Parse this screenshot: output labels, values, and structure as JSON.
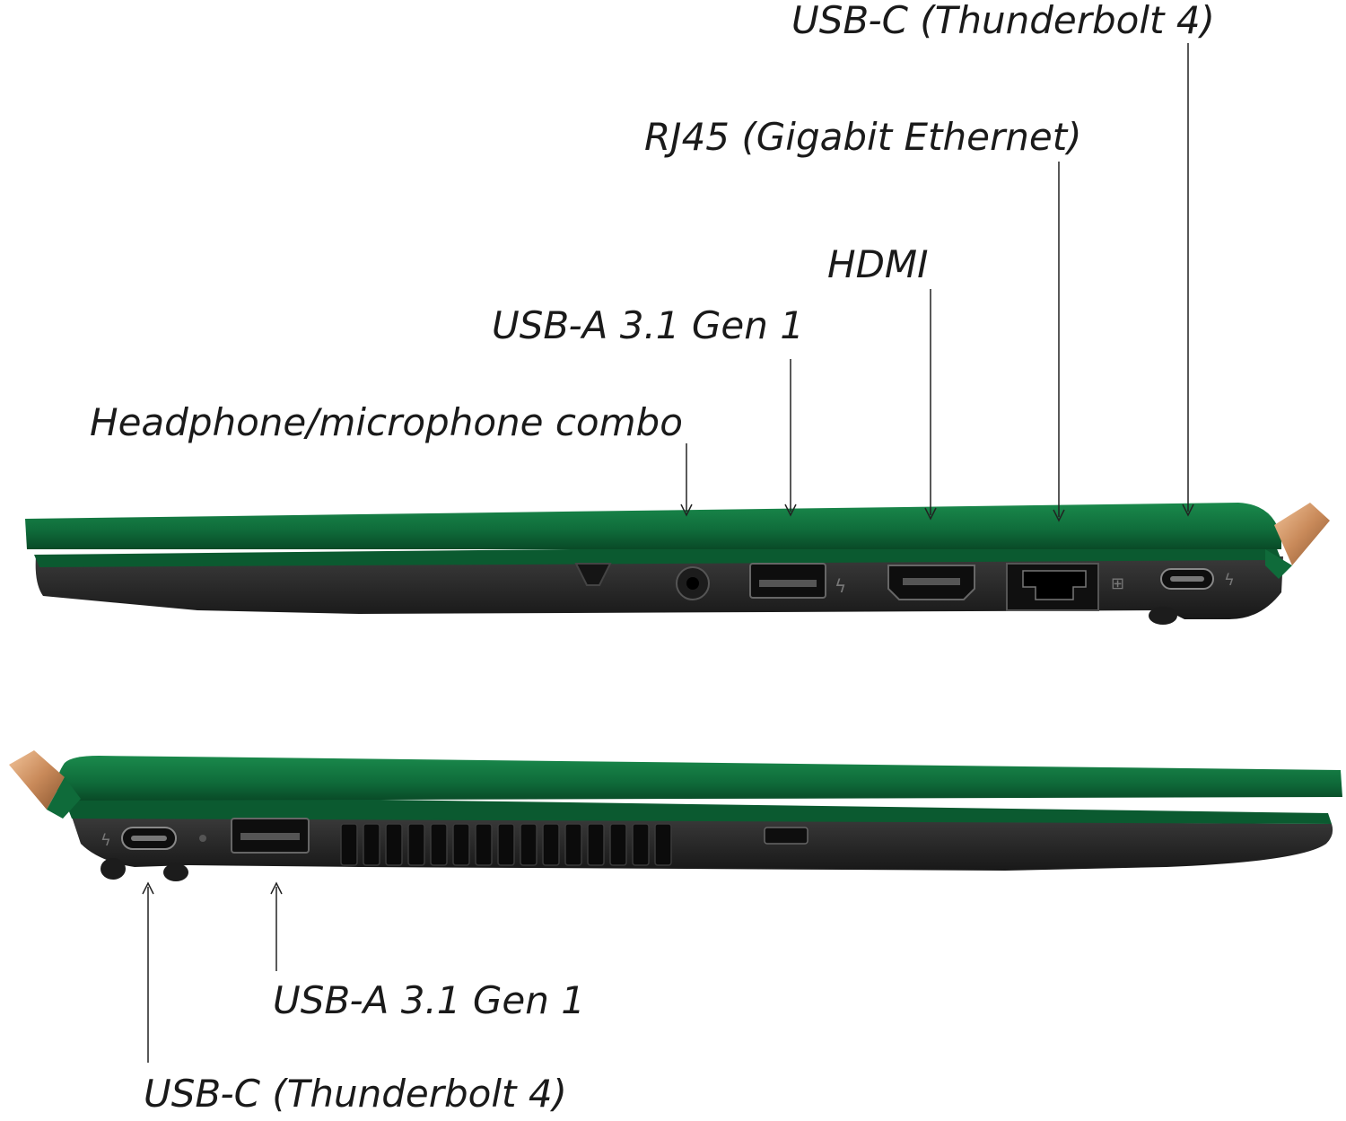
{
  "right_side": {
    "labels": {
      "usb_c_tb4": "USB-C (Thunderbolt 4)",
      "rj45": "RJ45 (Gigabit Ethernet)",
      "hdmi": "HDMI",
      "usb_a": "USB-A 3.1 Gen 1",
      "audio_combo": "Headphone/microphone combo"
    }
  },
  "left_side": {
    "labels": {
      "usb_a": "USB-A 3.1 Gen 1",
      "usb_c_tb4": "USB-C (Thunderbolt 4)"
    }
  },
  "colors": {
    "lid_green": "#0f6b3a",
    "lid_edge": "#0a4d29",
    "base_black": "#242424",
    "hinge_copper": "#c98a5a",
    "leader_line": "#222222"
  }
}
